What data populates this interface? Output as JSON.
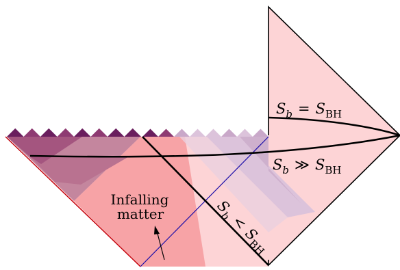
{
  "colors": {
    "light_pink": "#fdd4d6",
    "mid_pink": "#f7a3a6",
    "red_edge": "#c3000a",
    "blue_line": "#1c0ea8",
    "lavender": "#dcc3db",
    "lavender_mid": "#c9a8c9",
    "mauve": "#b97290",
    "plum": "#8e3a72",
    "dark_plum": "#6a1e5e",
    "curve": "#000000"
  },
  "labels": {
    "sb_eq": {
      "s": "S",
      "sub": "b",
      "rel": "=",
      "s2": "S",
      "sub2": "BH"
    },
    "sb_gg": {
      "s": "S",
      "sub": "b",
      "rel": "≫",
      "s2": "S",
      "sub2": "BH"
    },
    "sb_lt": {
      "s": "S",
      "sub": "b",
      "rel": "<",
      "s2": "S",
      "sub2": "BH"
    },
    "infalling_line1": "Infalling",
    "infalling_line2": "matter"
  }
}
